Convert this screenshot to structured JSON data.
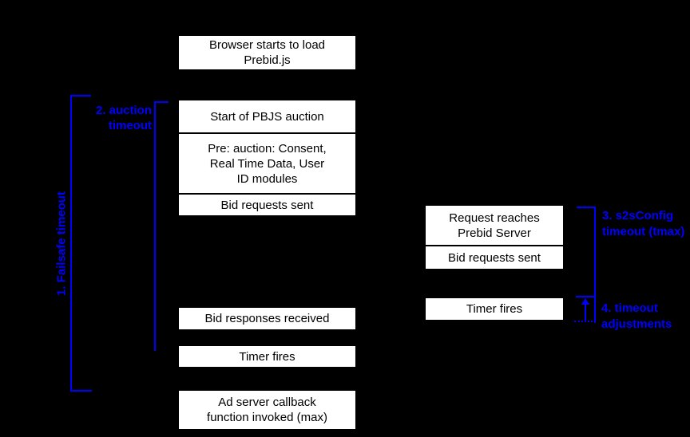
{
  "colors": {
    "background": "#000000",
    "box_fill": "#ffffff",
    "box_text": "#000000",
    "accent_blue": "#0000ff"
  },
  "page_flow": {
    "browser_load_lines": [
      "Browser starts to load",
      "Prebid.js"
    ],
    "auction_start": "Start of PBJS auction",
    "pre_auction_lines": [
      "Pre: auction: Consent,",
      "Real Time Data, User",
      "ID modules"
    ],
    "bid_requests_sent": "Bid requests sent",
    "bid_responses_received": "Bid responses received",
    "timer_fires": "Timer fires",
    "ad_server_callback_lines": [
      "Ad server callback",
      "function invoked (max)"
    ]
  },
  "server_flow": {
    "request_reaches_lines": [
      "Request reaches",
      "Prebid Server"
    ],
    "bid_requests_sent": "Bid requests sent",
    "timer_fires": "Timer fires"
  },
  "annotations": {
    "failsafe_timeout": "1. Failsafe timeout",
    "auction_timeout_lines": [
      "2. auction",
      "timeout"
    ],
    "s2s_timeout_lines": [
      "3. s2sConfig",
      "timeout (tmax)"
    ],
    "timeout_adjustments_lines": [
      "4. timeout",
      "adjustments"
    ]
  }
}
